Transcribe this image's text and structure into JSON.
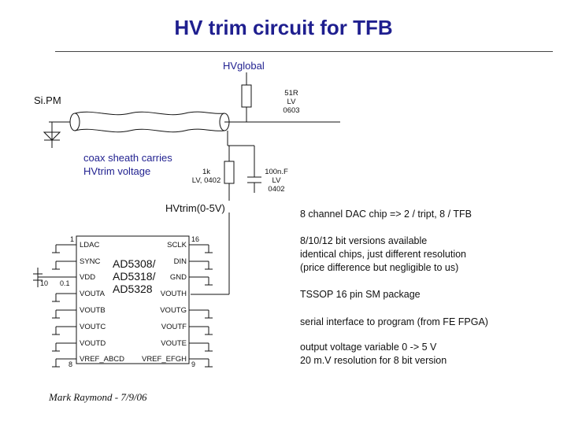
{
  "title": "HV trim circuit for TFB",
  "schematic": {
    "hvglobal": "HVglobal",
    "sipm": "Si.PM",
    "coax_note_1": "coax sheath carries",
    "coax_note_2": "HVtrim voltage",
    "r51": [
      "51R",
      "LV",
      "0603"
    ],
    "r1k": [
      "1k",
      "LV, 0402"
    ],
    "cap": [
      "100n.F",
      "LV",
      "0402"
    ],
    "hvtrim": "HVtrim(0-5V)",
    "pin_1": "1",
    "pin_16": "16",
    "pin_8": "8",
    "pin_9": "9",
    "pin_10": "10",
    "pin_0_1": "0.1",
    "left_pins": [
      "LDAC",
      "SYNC",
      "VDD",
      "VOUTA",
      "VOUTB",
      "VOUTC",
      "VOUTD",
      "VREF_ABCD"
    ],
    "right_pins": [
      "SCLK",
      "DIN",
      "GND",
      "VOUTH",
      "VOUTG",
      "VOUTF",
      "VOUTE",
      "VREF_EFGH"
    ],
    "chip_names": [
      "AD5308/",
      "AD5318/",
      "AD5328"
    ]
  },
  "notes": {
    "dac": "8 channel DAC chip  => 2 / tript, 8 / TFB",
    "versions": [
      "8/10/12 bit versions available",
      "identical chips, just different resolution",
      "(price difference but negligible to us)"
    ],
    "package": "TSSOP 16 pin SM package",
    "serial": "serial interface to program (from FE FPGA)",
    "output": [
      "output voltage variable 0 -> 5 V",
      "20 m.V resolution for 8 bit version"
    ]
  },
  "author": "Mark Raymond - 7/9/06"
}
